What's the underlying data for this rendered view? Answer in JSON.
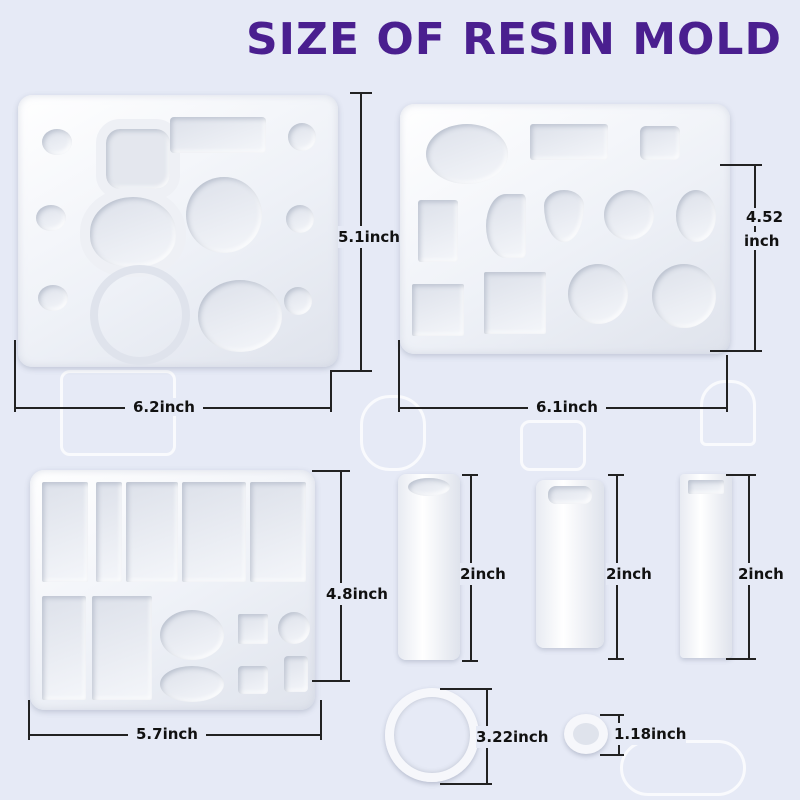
{
  "title": "SIZE OF RESIN MOLD",
  "molds": {
    "mold1": {
      "width_label": "6.2inch",
      "height_label": "5.1inch"
    },
    "mold2": {
      "width_label": "6.1inch",
      "height_label_line1": "4.52",
      "height_label_line2": "inch"
    },
    "mold3": {
      "width_label": "5.7inch",
      "height_label": "4.8inch"
    },
    "column1": {
      "height_label": "2inch"
    },
    "column2": {
      "height_label": "2inch"
    },
    "column3": {
      "height_label": "2inch"
    },
    "large_ring": {
      "width_label": "3.22inch"
    },
    "small_ring": {
      "width_label": "1.18inch"
    }
  },
  "colors": {
    "title": "#4a1f8f",
    "background": "#e6eaf6"
  }
}
